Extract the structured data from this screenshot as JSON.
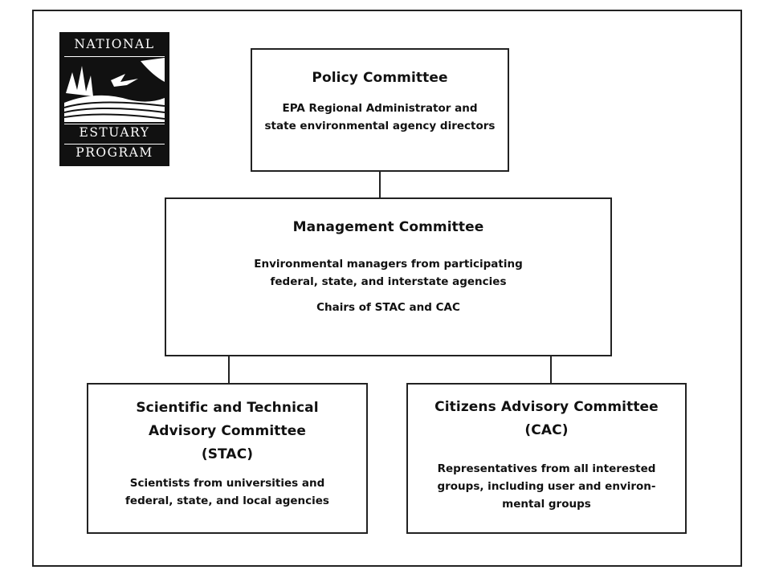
{
  "logo": {
    "line1": "NATIONAL",
    "line2": "ESTUARY",
    "line3": "PROGRAM"
  },
  "policy": {
    "title": "Policy Committee",
    "line1": "EPA Regional Administrator and",
    "line2": "state environmental agency directors"
  },
  "management": {
    "title": "Management Committee",
    "line1": "Environmental managers from participating",
    "line2": "federal, state, and interstate agencies",
    "line3": "Chairs of STAC and CAC"
  },
  "stac": {
    "title1": "Scientific and Technical",
    "title2": "Advisory Committee",
    "title3": "(STAC)",
    "line1": "Scientists from universities and",
    "line2": "federal, state, and local agencies"
  },
  "cac": {
    "title1": "Citizens Advisory Committee",
    "title2": "(CAC)",
    "line1": "Representatives from all interested",
    "line2": "groups, including user and environ-",
    "line3": "mental groups"
  }
}
